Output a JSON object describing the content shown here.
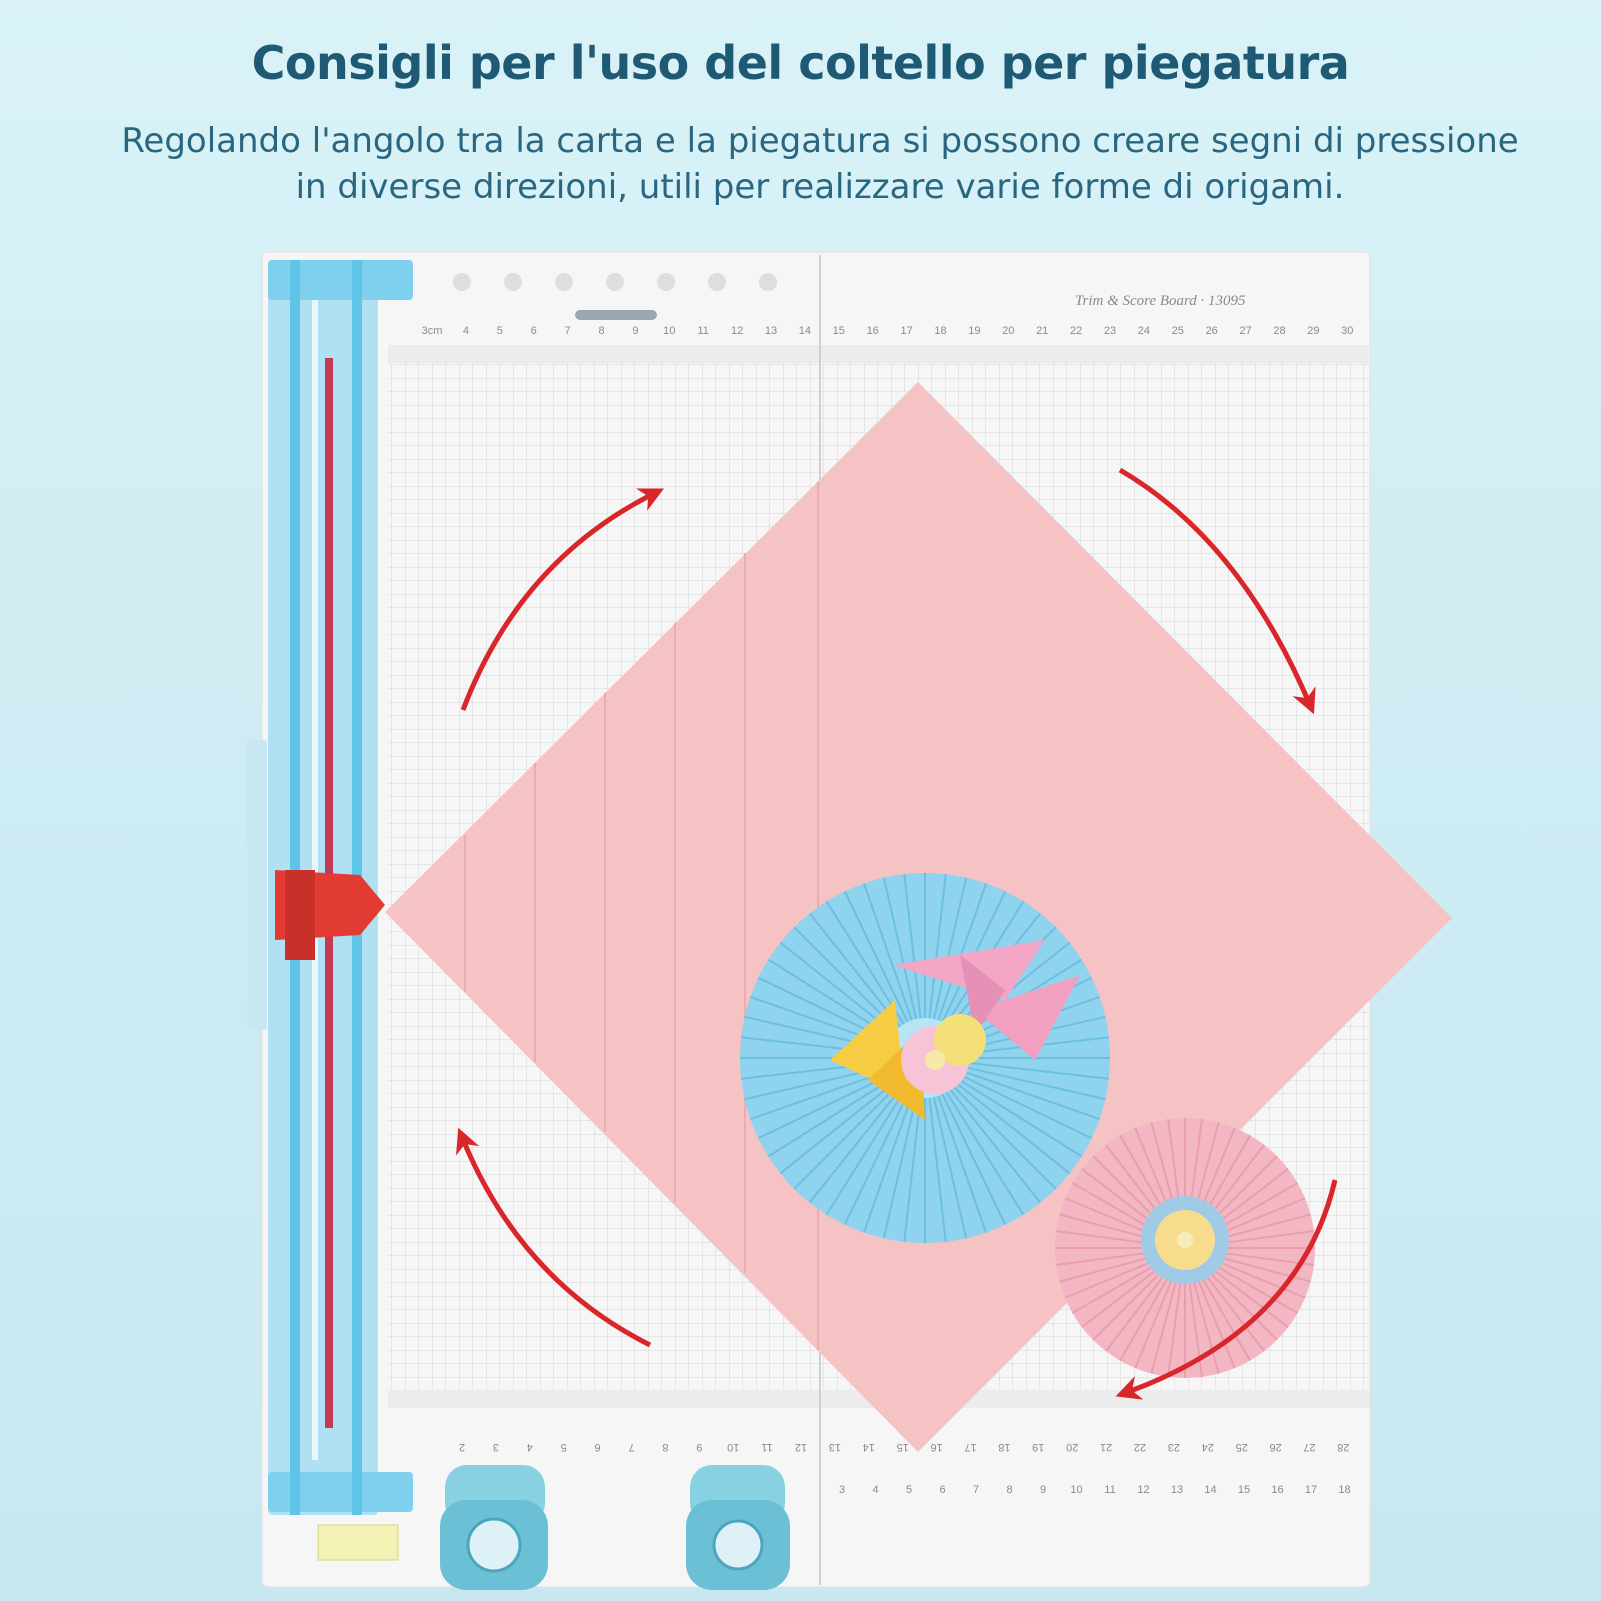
{
  "heading": {
    "title": "Consigli per l'uso del coltello per piegatura",
    "subtitle": "Regolando l'angolo tra la carta e la piegatura si possono creare segni di pressione in diverse direzioni, utili per realizzare varie forme di origami."
  },
  "board": {
    "brand_label": "Trim & Score Board · 13095",
    "top_ruler_numbers": [
      "3cm",
      "4",
      "5",
      "6",
      "7",
      "8",
      "9",
      "10",
      "11",
      "12",
      "13",
      "14",
      "15",
      "16",
      "17",
      "18",
      "19",
      "20",
      "21",
      "22",
      "23",
      "24",
      "25",
      "26",
      "27",
      "28",
      "29",
      "30"
    ],
    "bottom_ruler_numbers": [
      "2",
      "3",
      "4",
      "5",
      "6",
      "7",
      "8",
      "9",
      "10",
      "11",
      "12",
      "13",
      "14",
      "15",
      "16",
      "17",
      "18",
      "19",
      "20",
      "21",
      "22",
      "23",
      "24",
      "25",
      "26",
      "27",
      "28"
    ],
    "bottom_inner_ruler_numbers": [
      "3",
      "4",
      "5",
      "6",
      "7",
      "8",
      "9",
      "10",
      "11",
      "12",
      "13",
      "14",
      "15",
      "16",
      "17",
      "18"
    ]
  },
  "colors": {
    "background": "#cfeef6",
    "title": "#1f5a74",
    "paper": "#f6c3c5",
    "arrow": "#d9262b",
    "trimmer": "#5ec5e8",
    "fan_blue": "#8fd3ee",
    "fan_pink": "#f3b7c3"
  },
  "icons": [
    "rotate-arrow-top-left",
    "rotate-arrow-top-right",
    "rotate-arrow-bottom-left",
    "rotate-arrow-bottom-right"
  ]
}
